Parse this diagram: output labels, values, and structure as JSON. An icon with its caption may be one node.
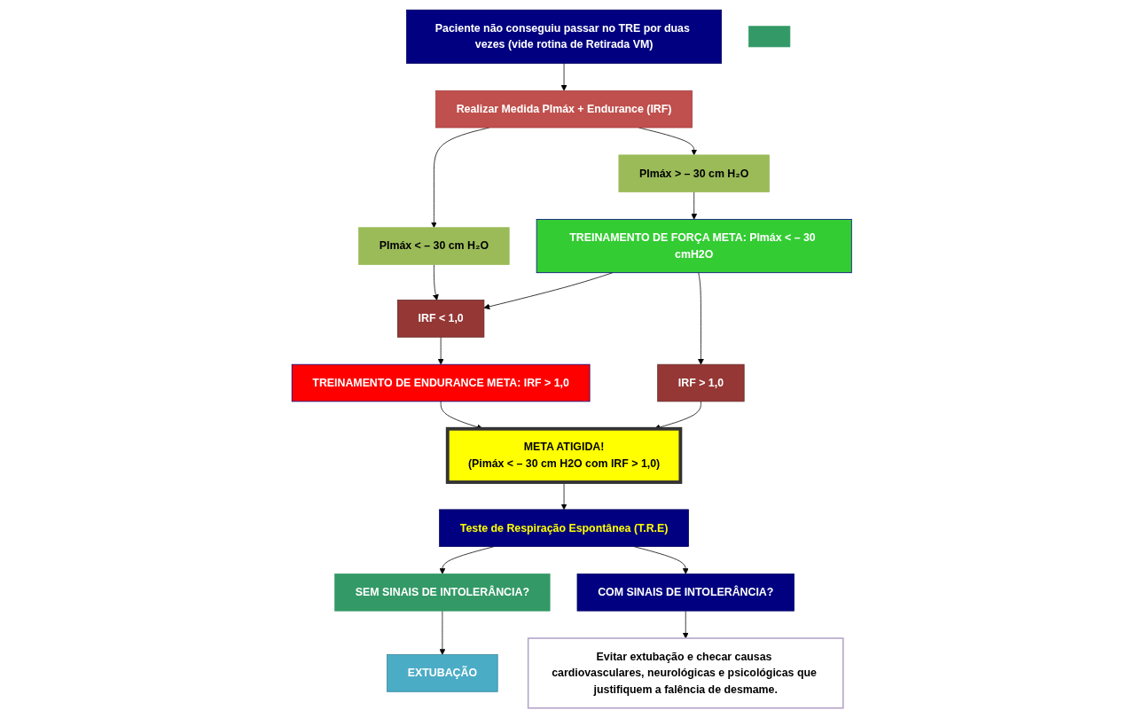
{
  "diagram": {
    "nodes": [
      {
        "text": [
          "Paciente não conseguiu passar no TRE por duas vezes (vide rotina de Retirada VM)"
        ]
      },
      {
        "text": [
          "Realizar Medida PImáx + Endurance (IRF)"
        ]
      },
      {
        "text": [
          "PImáx <  – 30 cm H₂O"
        ]
      },
      {
        "text": [
          "PImáx >  – 30 cm H₂O"
        ]
      },
      {
        "text": [
          "TREINAMENTO DE ENDURANCE META: IRF > 1,0"
        ]
      },
      {
        "text": [
          "IRF < 1,0"
        ]
      },
      {
        "text": [
          "TREINAMENTO DE FORÇA META: PImáx < – 30 cmH2O"
        ]
      },
      {
        "text": [
          "META ATIGIDA!",
          "(Pimáx < – 30 cm H2O com IRF > 1,0)"
        ]
      },
      {
        "text": [
          "IRF > 1,0"
        ]
      },
      {
        "text": [
          "Teste de Respiração Espontânea  (T.R.E)"
        ]
      },
      {
        "text": [
          "SEM SINAIS DE INTOLERÂNCIA?"
        ]
      },
      {
        "text": [
          "COM SINAIS DE INTOLERÂNCIA?"
        ]
      },
      {
        "text": [
          "EXTUBAÇÃO"
        ]
      },
      {
        "text": [
          "Evitar extubação e checar causas cardiovasculares, neurológicas e psicológicas que justifiquem a falência de desmame."
        ]
      },
      {
        "text": [],
        "shape": "box"
      }
    ],
    "edges": [
      {
        "from": 0,
        "to": 1,
        "arrow": "to"
      },
      {
        "from": 1,
        "to": 2,
        "arrow": "to"
      },
      {
        "from": 1,
        "to": 3,
        "arrow": "to"
      },
      {
        "from": 2,
        "to": 5,
        "arrow": "to"
      },
      {
        "from": 3,
        "to": 6,
        "arrow": "to"
      },
      {
        "from": 6,
        "to": 5,
        "arrow": "to"
      },
      {
        "from": 5,
        "to": 4,
        "arrow": "to"
      },
      {
        "from": 6,
        "to": 8,
        "arrow": "to"
      },
      {
        "from": 4,
        "to": 7,
        "arrow": "to"
      },
      {
        "from": 8,
        "to": 7,
        "arrow": "to"
      },
      {
        "from": 7,
        "to": 9,
        "arrow": "to"
      },
      {
        "from": 9,
        "to": 10,
        "arrow": "to"
      },
      {
        "from": 9,
        "to": 11,
        "arrow": "to"
      },
      {
        "from": 10,
        "to": 12,
        "arrow": "to"
      },
      {
        "from": 11,
        "to": 13,
        "arrow": "to"
      }
    ]
  }
}
